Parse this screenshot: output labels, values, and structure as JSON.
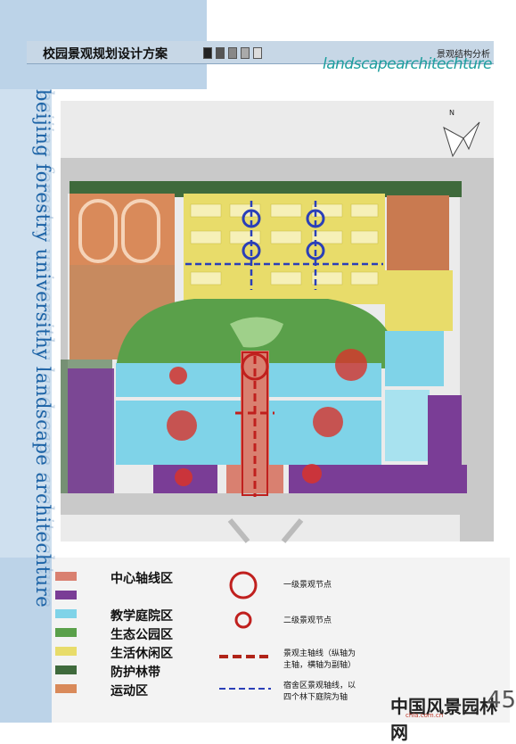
{
  "header": {
    "title": "校园景观规划设计方案",
    "subtitle": "景观结构分析",
    "script_caption": "landscapearchitechture"
  },
  "side_caption": "beijing forestry universithy landscape architechture",
  "compass": {
    "label": "N"
  },
  "legend": {
    "zones": [
      {
        "label": "中心轴线区",
        "color": "#d98070"
      },
      {
        "label": "",
        "color": "#7a3d96"
      },
      {
        "label": "教学庭院区",
        "color": "#7fd3e8"
      },
      {
        "label": "生态公园区",
        "color": "#5aa04a"
      },
      {
        "label": "生活休闲区",
        "color": "#e8dc6a"
      },
      {
        "label": "防护林带",
        "color": "#3f6a3c"
      },
      {
        "label": "运动区",
        "color": "#d98a5a"
      }
    ],
    "keys": [
      {
        "label": "一级景观节点",
        "type": "large-circle"
      },
      {
        "label": "二级景观节点",
        "type": "small-circle"
      },
      {
        "label": "景观主轴线（纵轴为",
        "label2": "主轴，横轴为副轴）",
        "type": "red-dashed"
      },
      {
        "label": "宿舍区景观轴线，以",
        "label2": "四个林下庭院为轴",
        "type": "blue-dashed"
      }
    ]
  },
  "watermark": {
    "text": "中国风景园林网",
    "url": "chla.com.cn",
    "page": "45"
  },
  "colors": {
    "node_red": "#c0201e",
    "axis_blue": "#2a3fb8",
    "road": "#c9c9c9"
  }
}
